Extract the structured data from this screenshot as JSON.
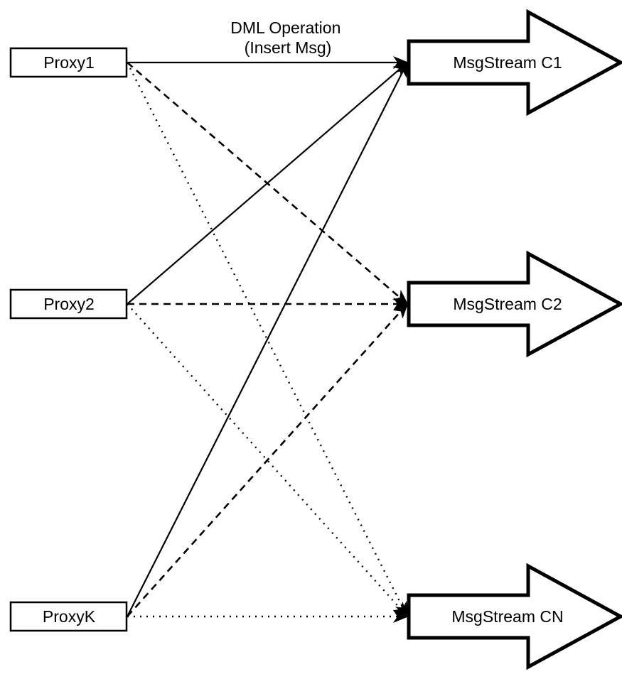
{
  "diagram": {
    "annotation": {
      "line1": "DML Operation",
      "line2": "(Insert Msg)"
    },
    "proxies": [
      {
        "id": "proxy1",
        "label": "Proxy1"
      },
      {
        "id": "proxy2",
        "label": "Proxy2"
      },
      {
        "id": "proxyk",
        "label": "ProxyK"
      }
    ],
    "streams": [
      {
        "id": "c1",
        "label": "MsgStream C1"
      },
      {
        "id": "c2",
        "label": "MsgStream C2"
      },
      {
        "id": "cn",
        "label": "MsgStream CN"
      }
    ],
    "edges": [
      {
        "from": "Proxy1",
        "to": "MsgStream C1",
        "style": "solid"
      },
      {
        "from": "Proxy2",
        "to": "MsgStream C1",
        "style": "solid"
      },
      {
        "from": "ProxyK",
        "to": "MsgStream C1",
        "style": "solid"
      },
      {
        "from": "Proxy1",
        "to": "MsgStream C2",
        "style": "dashed"
      },
      {
        "from": "Proxy2",
        "to": "MsgStream C2",
        "style": "dashed"
      },
      {
        "from": "ProxyK",
        "to": "MsgStream C2",
        "style": "dashed"
      },
      {
        "from": "Proxy1",
        "to": "MsgStream CN",
        "style": "dotted"
      },
      {
        "from": "Proxy2",
        "to": "MsgStream CN",
        "style": "dotted"
      },
      {
        "from": "ProxyK",
        "to": "MsgStream CN",
        "style": "dotted"
      }
    ],
    "colors": {
      "stroke": "#000000",
      "fill": "#ffffff"
    }
  }
}
